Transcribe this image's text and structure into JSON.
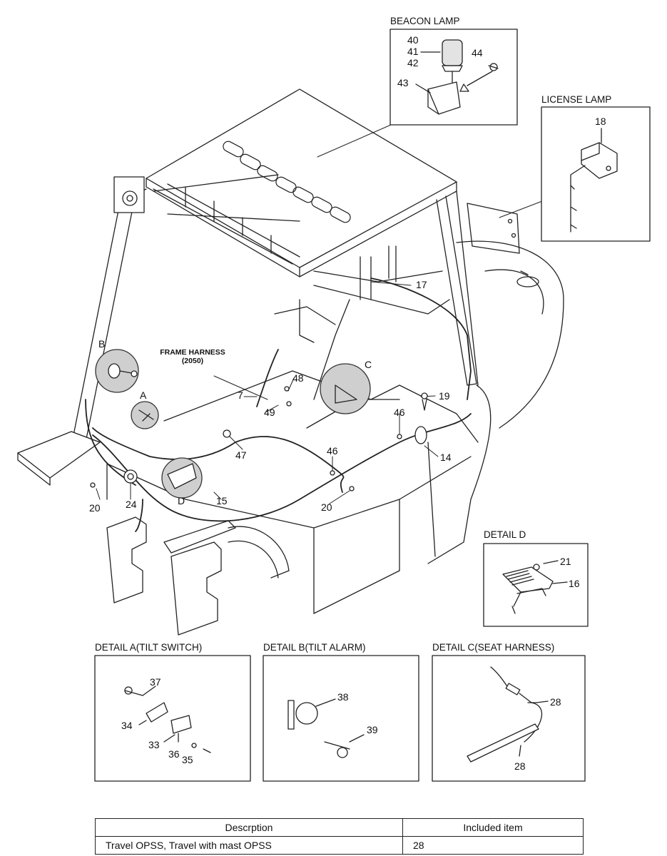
{
  "panels": {
    "beacon": "BEACON LAMP",
    "license": "LICENSE LAMP",
    "detail_d": "DETAIL D",
    "detail_a": "DETAIL A(TILT SWITCH)",
    "detail_b": "DETAIL B(TILT ALARM)",
    "detail_c": "DETAIL C(SEAT HARNESS)"
  },
  "frame_harness": {
    "line1": "FRAME HARNESS",
    "line2": "(2050)"
  },
  "detail_markers": {
    "a": "A",
    "b": "B",
    "c": "C",
    "d": "D"
  },
  "callouts": {
    "n40": "40",
    "n41": "41",
    "n42": "42",
    "n43": "43",
    "n44": "44",
    "n18": "18",
    "n17": "17",
    "n19": "19",
    "n14": "14",
    "n46a": "46",
    "n46b": "46",
    "n48": "48",
    "n7": "7",
    "n49": "49",
    "n47": "47",
    "n20a": "20",
    "n20b": "20",
    "n24": "24",
    "n15": "15",
    "n21": "21",
    "n16": "16",
    "n37": "37",
    "n34": "34",
    "n33": "33",
    "n36": "36",
    "n35": "35",
    "n38": "38",
    "n39": "39",
    "n28a": "28",
    "n28b": "28"
  },
  "table": {
    "headers": [
      "Descrption",
      "Included item"
    ],
    "rows": [
      {
        "description": "Travel OPSS, Travel with mast OPSS",
        "item": "28"
      }
    ]
  }
}
